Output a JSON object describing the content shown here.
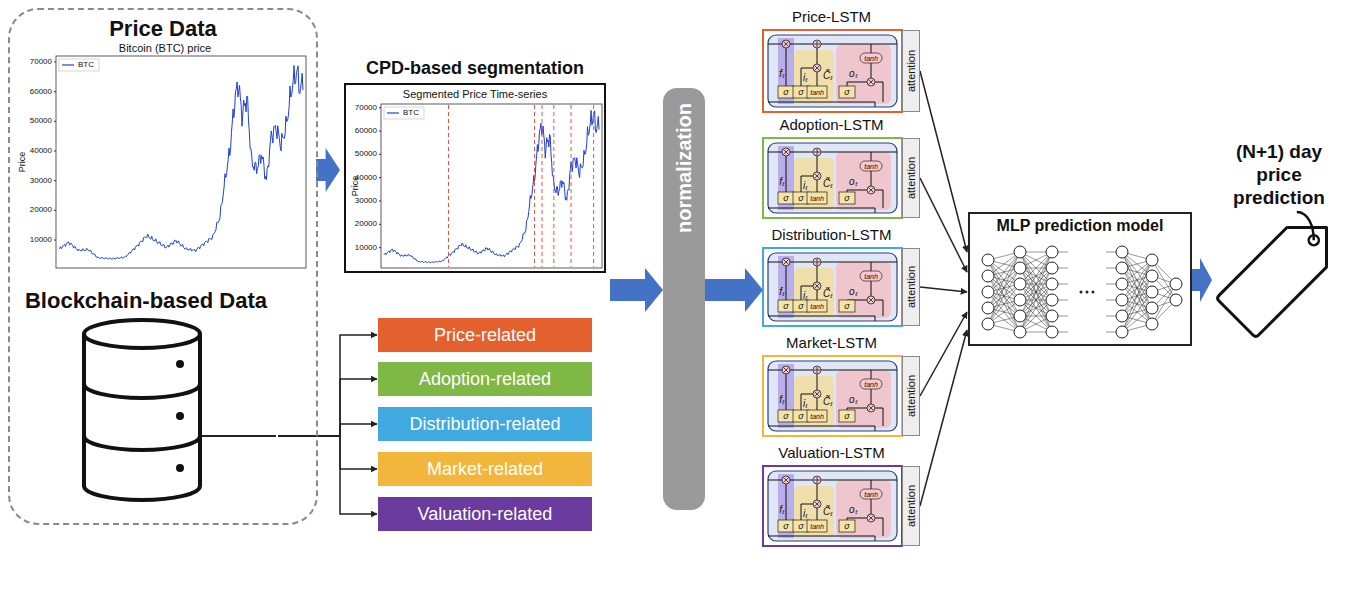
{
  "diagram": {
    "nodes": [
      {
        "text": [
          "Price Data"
        ]
      },
      {
        "text": [
          "Bitcoin (BTC) price"
        ],
        "in": 0
      },
      {
        "text": [
          "Blockchain-based Data"
        ],
        "in": 0
      },
      {
        "text": [
          "CPD-based segmentation",
          "Segmented Price Time-series"
        ]
      },
      {
        "text": [
          "Price-related"
        ]
      },
      {
        "text": [
          "Adoption-related"
        ]
      },
      {
        "text": [
          "Distribution-related"
        ]
      },
      {
        "text": [
          "Market-related"
        ]
      },
      {
        "text": [
          "Valuation-related"
        ]
      },
      {
        "text": [
          "normalization"
        ]
      },
      {
        "text": [
          "Price-LSTM"
        ]
      },
      {
        "text": [
          "attention"
        ],
        "in": 10
      },
      {
        "text": [
          "Adoption-LSTM"
        ]
      },
      {
        "text": [
          "attention"
        ],
        "in": 12
      },
      {
        "text": [
          "Distribution-LSTM"
        ]
      },
      {
        "text": [
          "attention"
        ],
        "in": 14
      },
      {
        "text": [
          "Market-LSTM"
        ]
      },
      {
        "text": [
          "attention"
        ],
        "in": 16
      },
      {
        "text": [
          "Valuation-LSTM"
        ]
      },
      {
        "text": [
          "attention"
        ],
        "in": 18
      },
      {
        "text": [
          "MLP prediction model"
        ]
      },
      {
        "text": [
          "(N+1) day price prediction"
        ]
      }
    ],
    "edges": [
      {
        "from": 1,
        "to": 3,
        "arrow": "to"
      },
      {
        "from": 2,
        "to": 4,
        "arrow": "to"
      },
      {
        "from": 2,
        "to": 5,
        "arrow": "to"
      },
      {
        "from": 2,
        "to": 6,
        "arrow": "to"
      },
      {
        "from": 2,
        "to": 7,
        "arrow": "to"
      },
      {
        "from": 2,
        "to": 8,
        "arrow": "to"
      },
      {
        "from": 3,
        "to": 9,
        "arrow": "to"
      },
      {
        "from": 9,
        "to": 14,
        "arrow": "to"
      },
      {
        "from": 11,
        "to": 20,
        "arrow": "to"
      },
      {
        "from": 13,
        "to": 20,
        "arrow": "to"
      },
      {
        "from": 15,
        "to": 20,
        "arrow": "to"
      },
      {
        "from": 17,
        "to": 20,
        "arrow": "to"
      },
      {
        "from": 19,
        "to": 20,
        "arrow": "to"
      },
      {
        "from": 20,
        "to": 21,
        "arrow": "to"
      }
    ],
    "labels": [
      "BTC",
      "70000",
      "60000",
      "50000",
      "40000",
      "30000",
      "20000",
      "10000",
      "Price",
      "BTC",
      "70000",
      "60000",
      "50000",
      "40000",
      "30000",
      "20000",
      "10000",
      "Price",
      "fₜ",
      "σ",
      "σ",
      "tanh",
      "σ",
      "iₜ",
      "C̃ₜ",
      "oₜ",
      "tanh",
      "fₜ",
      "σ",
      "σ",
      "tanh",
      "σ",
      "iₜ",
      "C̃ₜ",
      "oₜ",
      "tanh",
      "fₜ",
      "σ",
      "σ",
      "tanh",
      "σ",
      "iₜ",
      "C̃ₜ",
      "oₜ",
      "tanh",
      "fₜ",
      "σ",
      "σ",
      "tanh",
      "σ",
      "iₜ",
      "C̃ₜ",
      "oₜ",
      "tanh",
      "fₜ",
      "σ",
      "σ",
      "tanh",
      "σ",
      "iₜ",
      "C̃ₜ",
      "oₜ",
      "tanh"
    ]
  }
}
